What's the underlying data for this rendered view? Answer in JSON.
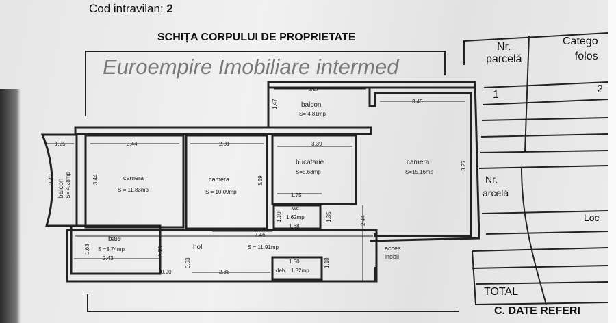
{
  "header": {
    "cod_label": "Cod intravilan:",
    "cod_value": "2",
    "title": "SCHIȚA CORPULUI DE PROPRIETATE"
  },
  "watermark": "Euroempire Imobiliare intermed",
  "rooms": {
    "balcon_left": {
      "name": "balcon",
      "area": "S= 4.28mp",
      "w": "1.25",
      "h": "3.42"
    },
    "camera1": {
      "name": "camera",
      "area": "S = 11.83mp",
      "w": "3.44",
      "h": "3.44"
    },
    "camera2": {
      "name": "camera",
      "area": "S = 10.09mp",
      "w": "2.81",
      "h": "3.59"
    },
    "balcon_top": {
      "name": "balcon",
      "area": "S= 4.81mp",
      "w": "3.27",
      "h": "1.47"
    },
    "bucatarie": {
      "name": "bucatarie",
      "area": "S=5.68mp",
      "w": "3.39",
      "h2": "1.75"
    },
    "camera3": {
      "name": "camera",
      "area": "S=15.16mp",
      "w": "3.45",
      "h": "3.27"
    },
    "wc": {
      "name": "wc",
      "area": "1.62mp",
      "w": "1.68",
      "h": "1.10"
    },
    "baie": {
      "name": "baie",
      "area": "S =3.74mp",
      "w": "2.43",
      "h": "1.63"
    },
    "hol": {
      "name": "hol",
      "area": "S = 11.91mp",
      "w": "7.46",
      "w2": "2.85",
      "w3": "0.90",
      "h": "1.70"
    },
    "deb": {
      "name": "deb.",
      "area": "1.82mp",
      "w": "1.50",
      "h": "1.18"
    },
    "acces": {
      "line1": "acces",
      "line2": "inobil"
    },
    "misc": {
      "d1": "2.44",
      "d2": "1.35",
      "d3": "0.93"
    }
  },
  "table": {
    "col1_header_line1": "Nr.",
    "col1_header_line2": "parcelă",
    "col2_header_line1": "Catego",
    "col2_header_line2": "folos",
    "row1_col1": "1",
    "row1_col2": "2",
    "section2_line1": "Nr.",
    "section2_line2": "arcelă",
    "loc": "Loc",
    "total": "TOTAL",
    "footer": "C. DATE REFERI"
  }
}
